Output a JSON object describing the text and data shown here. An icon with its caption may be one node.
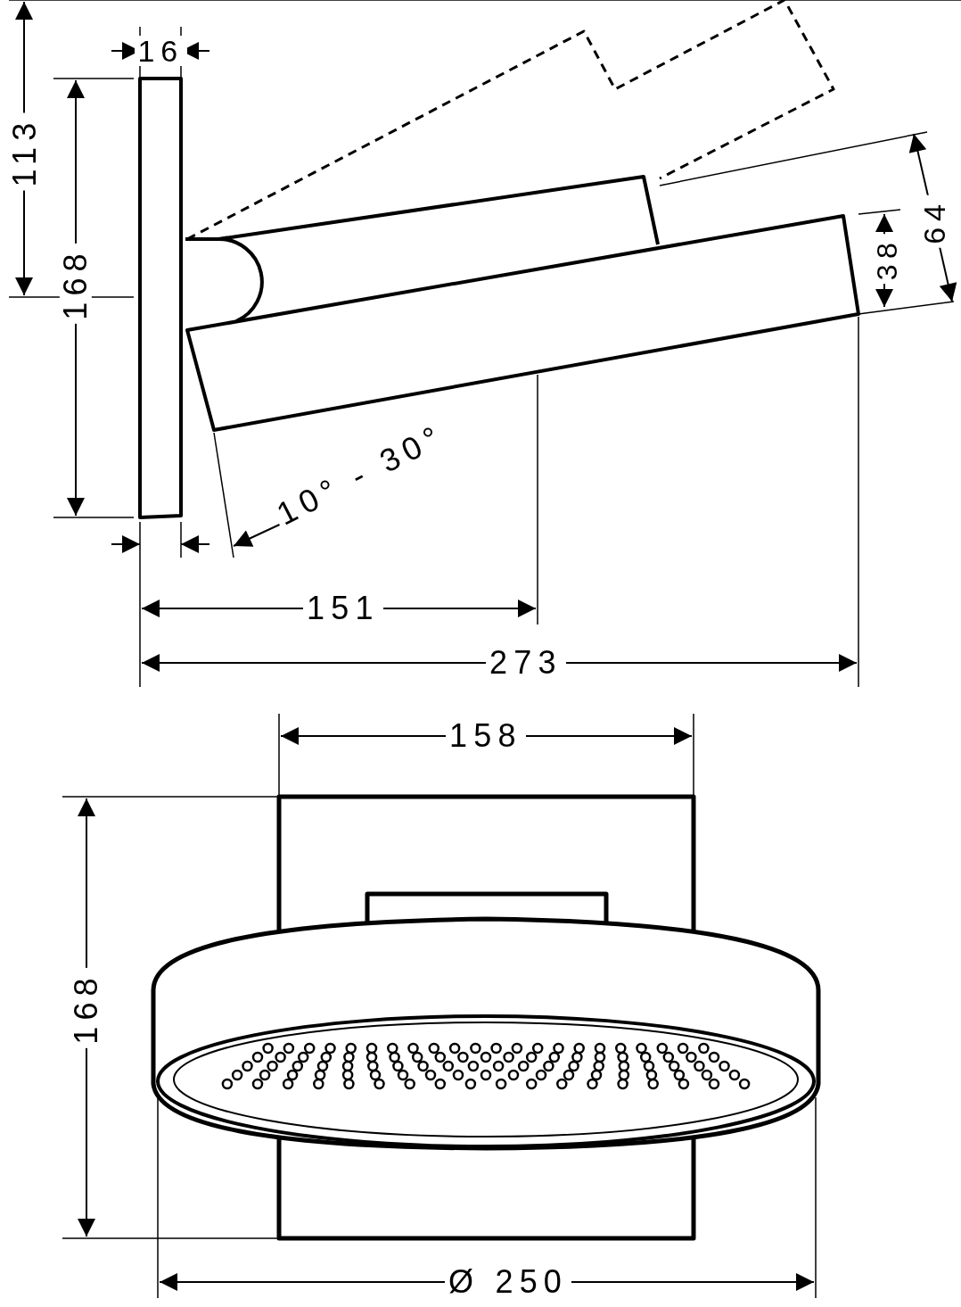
{
  "diagram": {
    "labels": [
      "16",
      "113",
      "168",
      "38",
      "64",
      "10° - 30°",
      "151",
      "273",
      "158",
      "168",
      "Ø 250"
    ]
  }
}
